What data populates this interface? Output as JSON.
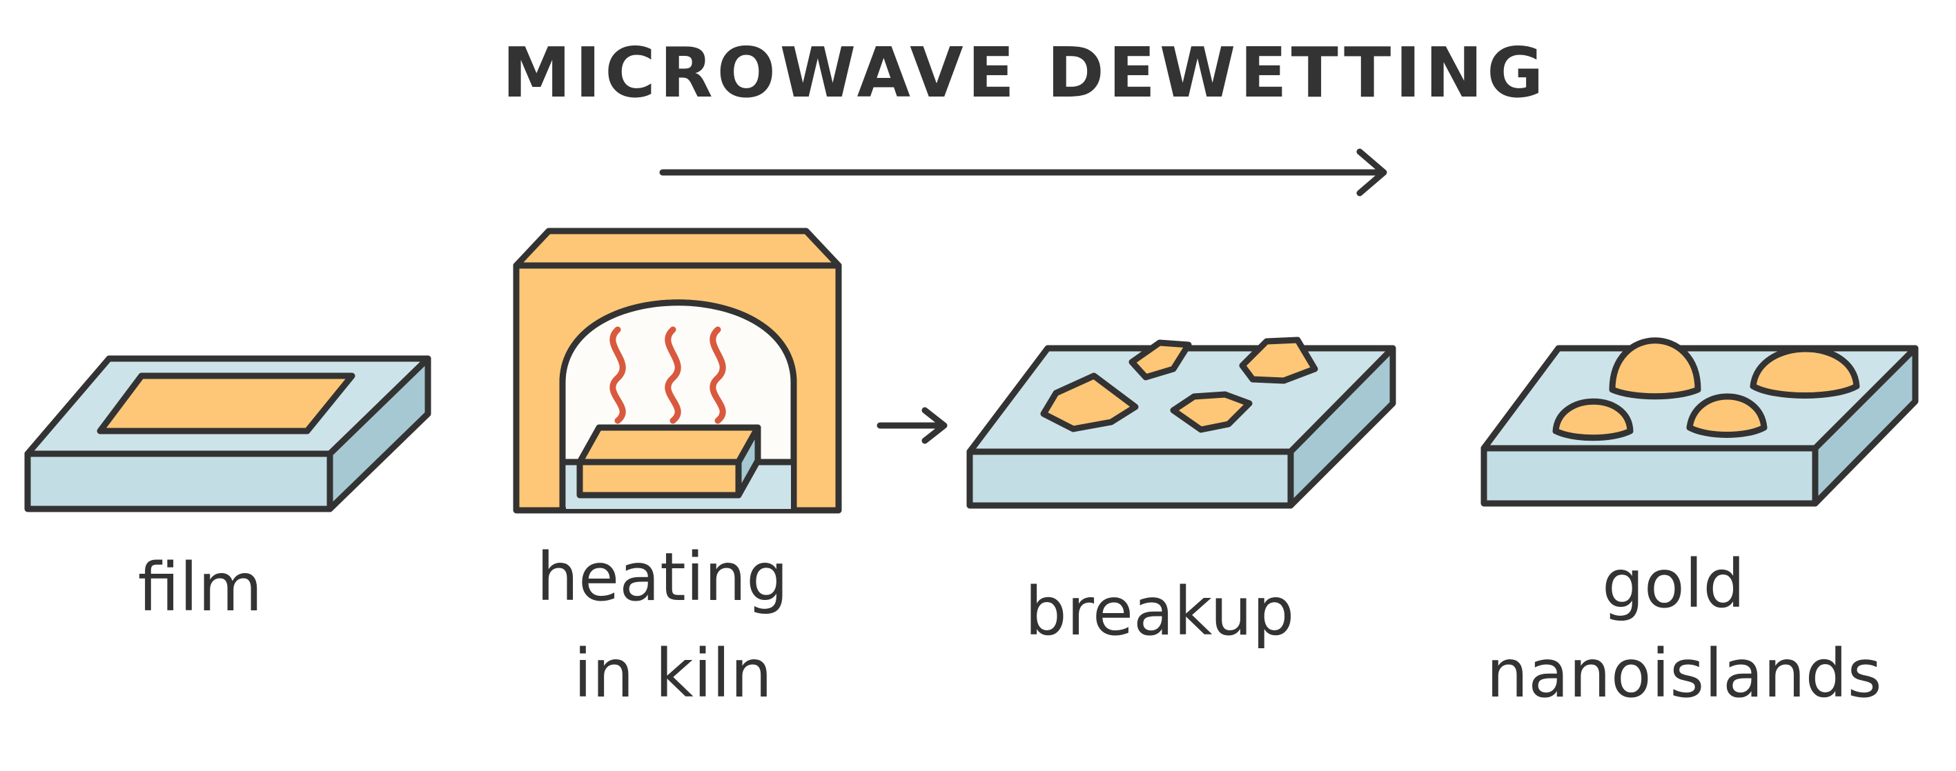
{
  "title": "MICROWAVE DEWETTING",
  "steps": [
    {
      "label_lines": [
        "film"
      ]
    },
    {
      "label_lines": [
        "heating",
        "in kiln"
      ]
    },
    {
      "label_lines": [
        "breakup"
      ]
    },
    {
      "label_lines": [
        "gold",
        "nanoislands"
      ]
    }
  ],
  "colors": {
    "ink": "#333333",
    "substrate_top": "#cde3ea",
    "substrate_front": "#c3dde5",
    "substrate_side": "#a6c8d2",
    "gold": "#fdc777",
    "kiln_body": "#fdc777",
    "kiln_roof": "#fdc777",
    "kiln_interior": "#fdfcf8",
    "heat_waves": "#d9593e"
  },
  "icons": [
    "process-arrow-icon",
    "small-arrow-icon",
    "heat-waves-icon"
  ]
}
